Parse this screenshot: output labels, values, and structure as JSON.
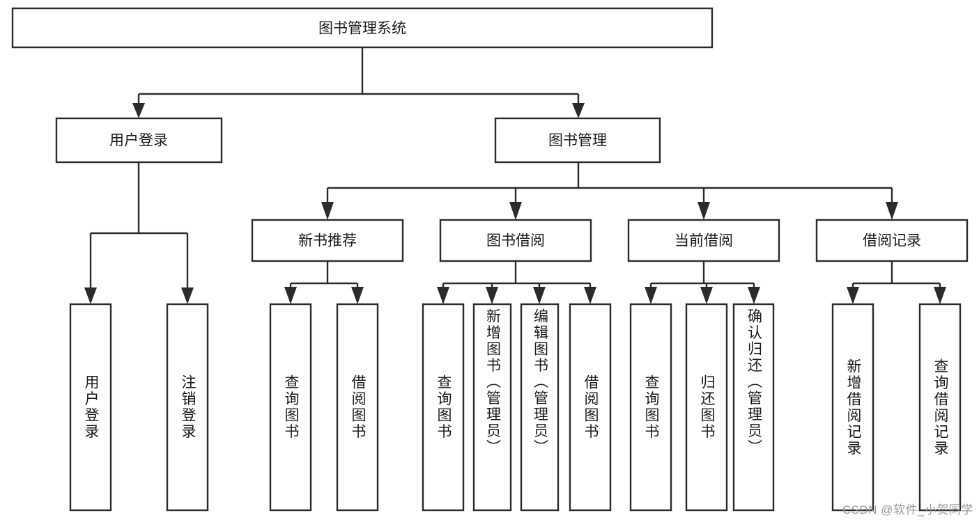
{
  "diagram": {
    "type": "tree",
    "title": "图书管理系统",
    "stroke_color": "#2b2b2b",
    "fill_color": "#ffffff",
    "text_color": "#1a1a1a",
    "background": "#ffffff",
    "root": {
      "label": "图书管理系统"
    },
    "level2": [
      {
        "label": "用户登录"
      },
      {
        "label": "图书管理"
      }
    ],
    "level3": [
      {
        "label": "新书推荐"
      },
      {
        "label": "图书借阅"
      },
      {
        "label": "当前借阅"
      },
      {
        "label": "借阅记录"
      }
    ],
    "leaves": {
      "user_login": [
        {
          "label": "用户登录"
        },
        {
          "label": "注销登录"
        }
      ],
      "new_book_recommend": [
        {
          "label": "查询图书"
        },
        {
          "label": "借阅图书"
        }
      ],
      "book_borrow": [
        {
          "label": "查询图书"
        },
        {
          "label": "新增图书（管理员）"
        },
        {
          "label": "编辑图书（管理员）"
        },
        {
          "label": "借阅图书"
        }
      ],
      "current_borrow": [
        {
          "label": "查询图书"
        },
        {
          "label": "归还图书"
        },
        {
          "label": "确认归还（管理员）"
        }
      ],
      "borrow_record": [
        {
          "label": "新增借阅记录"
        },
        {
          "label": "查询借阅记录"
        }
      ]
    }
  },
  "watermark": {
    "text": "CSDN @软件_小贺同学"
  }
}
